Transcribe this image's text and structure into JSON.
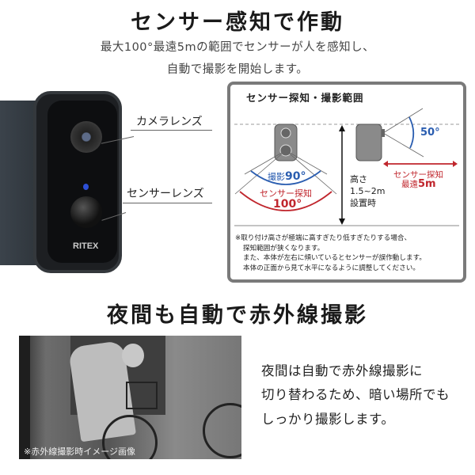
{
  "section1": {
    "title": "センサー感知で作動",
    "desc_lines": [
      "最大100°最遠5mの範囲でセンサーが人を感知し、",
      "自動で撮影を開始します。"
    ]
  },
  "camera": {
    "brand": "RITEX",
    "labels": {
      "camera_lens": "カメラレンズ",
      "sensor_lens": "センサーレンズ"
    }
  },
  "diagram": {
    "title": "センサー探知・撮影範囲",
    "shoot_label": "撮影",
    "shoot_angle": "90°",
    "sensor_label": "センサー探知",
    "sensor_angle": "100°",
    "height_lines": [
      "高さ",
      "1.5~2m",
      "設置時"
    ],
    "vertical_angle": "50°",
    "distance_label": "センサー探知",
    "distance_prefix": "最遠",
    "distance_value": "5m",
    "notes": [
      "※取り付け高さが極端に高すぎたり低すぎたりする場合、",
      "探知範囲が狭くなります。",
      "また、本体が左右に傾いているとセンサーが誤作動します。",
      "本体の正面から見て水平になるように調整してください。"
    ],
    "colors": {
      "shoot": "#2a5db0",
      "sensor": "#c0262d"
    }
  },
  "section2": {
    "title": "夜間も自動で赤外線撮影",
    "image_caption": "※赤外線撮影時イメージ画像",
    "desc_lines": [
      "夜間は自動で赤外線撮影に",
      "切り替わるため、暗い場所でも",
      "しっかり撮影します。"
    ]
  }
}
